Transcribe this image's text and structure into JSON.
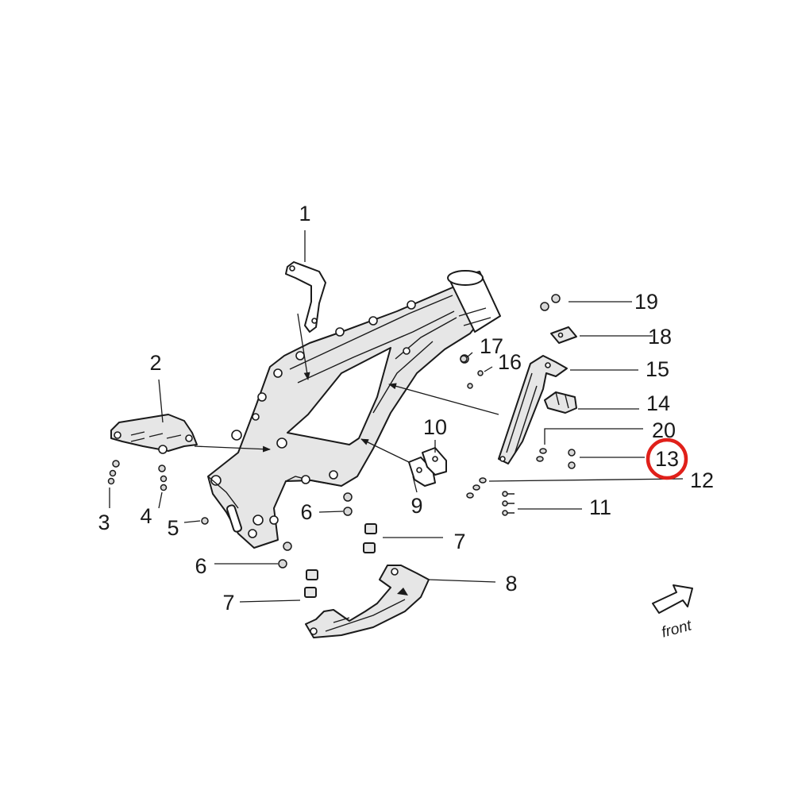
{
  "labels": {
    "p1": "1",
    "p2": "2",
    "p3": "3",
    "p4": "4",
    "p5": "5",
    "p6a": "6",
    "p6b": "6",
    "p7a": "7",
    "p7b": "7",
    "p8": "8",
    "p9": "9",
    "p10": "10",
    "p11": "11",
    "p12": "12",
    "p13": "13",
    "p14": "14",
    "p15": "15",
    "p16": "16",
    "p17": "17",
    "p18": "18",
    "p19": "19",
    "p20": "20"
  },
  "direction": "front",
  "highlight": {
    "part": "13",
    "color": "#e0201a"
  },
  "colors": {
    "line": "#1a1a1a",
    "shade": "#e6e6e6"
  },
  "icons": {
    "direction_arrow": "arrow-right-icon"
  }
}
